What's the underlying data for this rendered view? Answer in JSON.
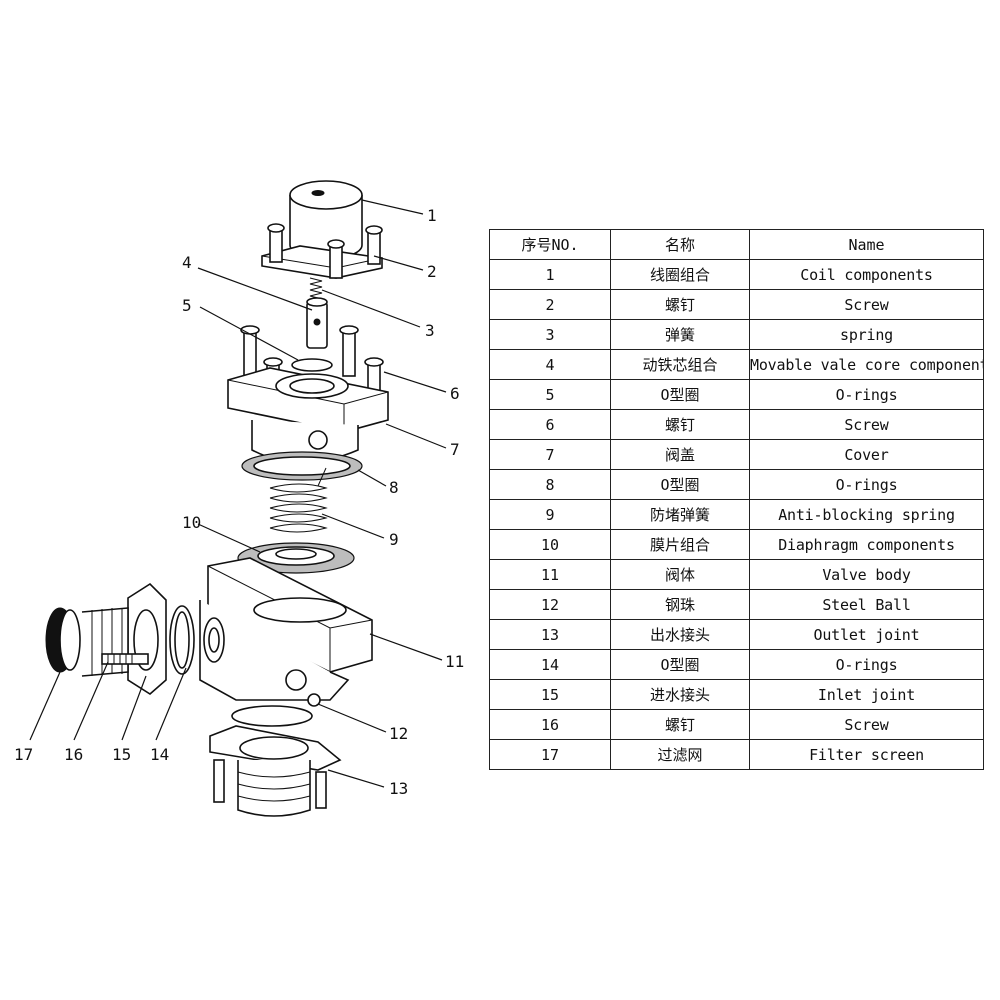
{
  "diagram": {
    "callout_numbers": [
      "1",
      "2",
      "3",
      "4",
      "5",
      "6",
      "7",
      "8",
      "9",
      "10",
      "11",
      "12",
      "13",
      "14",
      "15",
      "16",
      "17"
    ]
  },
  "table": {
    "headers": {
      "index": "序号NO.",
      "name_cn": "名称",
      "name_en": "Name"
    },
    "rows": [
      {
        "no": "1",
        "cn": "线圈组合",
        "en": "Coil components"
      },
      {
        "no": "2",
        "cn": "螺钉",
        "en": "Screw"
      },
      {
        "no": "3",
        "cn": "弹簧",
        "en": "spring"
      },
      {
        "no": "4",
        "cn": "动铁芯组合",
        "en": "Movable vale core components"
      },
      {
        "no": "5",
        "cn": "O型圈",
        "en": "O-rings"
      },
      {
        "no": "6",
        "cn": "螺钉",
        "en": "Screw"
      },
      {
        "no": "7",
        "cn": "阀盖",
        "en": "Cover"
      },
      {
        "no": "8",
        "cn": "O型圈",
        "en": "O-rings"
      },
      {
        "no": "9",
        "cn": "防堵弹簧",
        "en": "Anti-blocking spring"
      },
      {
        "no": "10",
        "cn": "膜片组合",
        "en": "Diaphragm components"
      },
      {
        "no": "11",
        "cn": "阀体",
        "en": "Valve body"
      },
      {
        "no": "12",
        "cn": "钢珠",
        "en": "Steel Ball"
      },
      {
        "no": "13",
        "cn": "出水接头",
        "en": "Outlet joint"
      },
      {
        "no": "14",
        "cn": "O型圈",
        "en": "O-rings"
      },
      {
        "no": "15",
        "cn": "进水接头",
        "en": "Inlet joint"
      },
      {
        "no": "16",
        "cn": "螺钉",
        "en": "Screw"
      },
      {
        "no": "17",
        "cn": "过滤网",
        "en": "Filter screen"
      }
    ]
  }
}
